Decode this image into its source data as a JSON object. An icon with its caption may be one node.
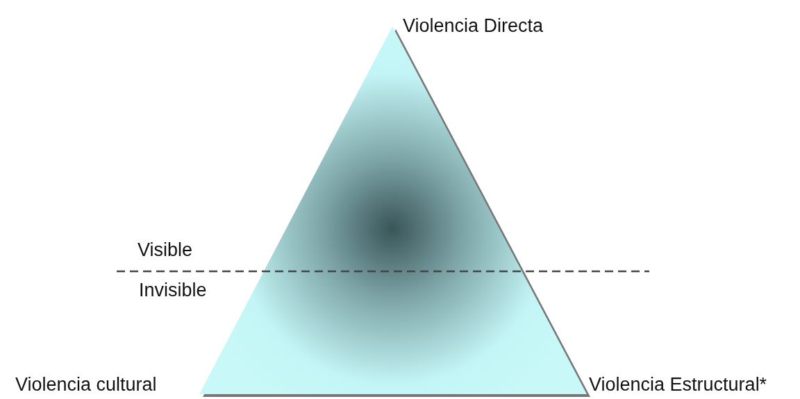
{
  "diagram": {
    "labels": [
      "Violencia Directa",
      "Visible",
      "Invisible",
      "Violencia cultural",
      "Violencia Estructural*"
    ]
  }
}
